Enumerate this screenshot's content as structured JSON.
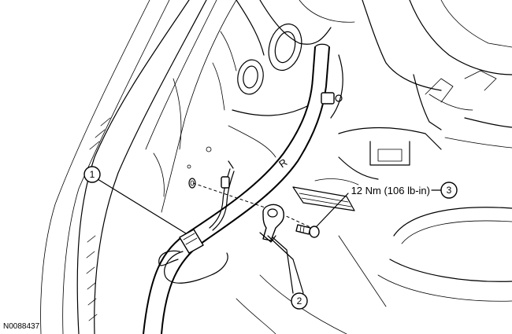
{
  "callouts": [
    {
      "number": "1"
    },
    {
      "number": "2"
    },
    {
      "number": "3"
    }
  ],
  "torque_spec": "12 Nm (106 lb-in)",
  "figure_id": "N0088437",
  "embossed_text": "R"
}
